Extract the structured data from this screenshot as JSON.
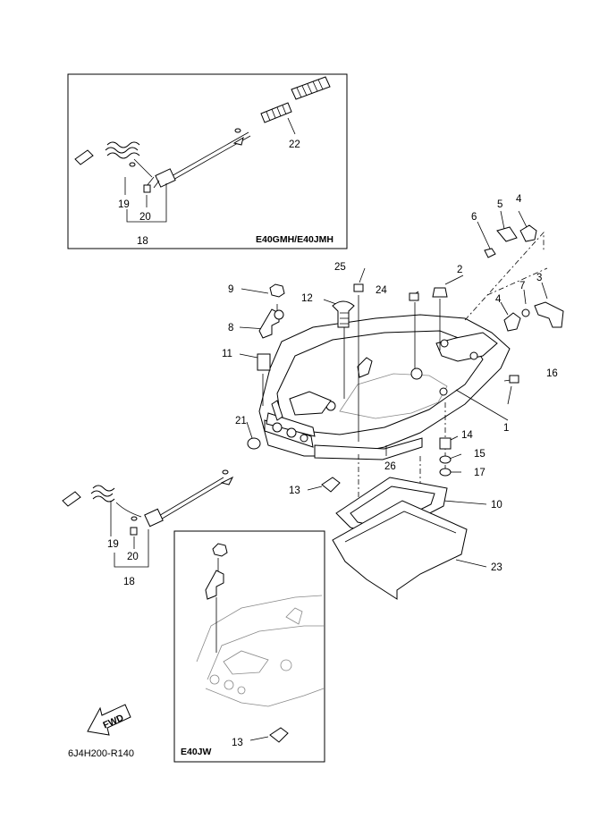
{
  "inset_top": {
    "title": "E40GMH/E40JMH",
    "labels": [
      "22",
      "19",
      "20",
      "18"
    ]
  },
  "inset_bottom": {
    "title": "E40JW",
    "labels": [
      "13"
    ]
  },
  "main_labels": [
    "1",
    "2",
    "3",
    "4",
    "4",
    "5",
    "6",
    "7",
    "8",
    "9",
    "10",
    "11",
    "12",
    "13",
    "14",
    "15",
    "16",
    "17",
    "18",
    "19",
    "20",
    "21",
    "23",
    "24",
    "25",
    "26"
  ],
  "fwd_label": "FWD",
  "diagram_code": "6J4H200-R140"
}
